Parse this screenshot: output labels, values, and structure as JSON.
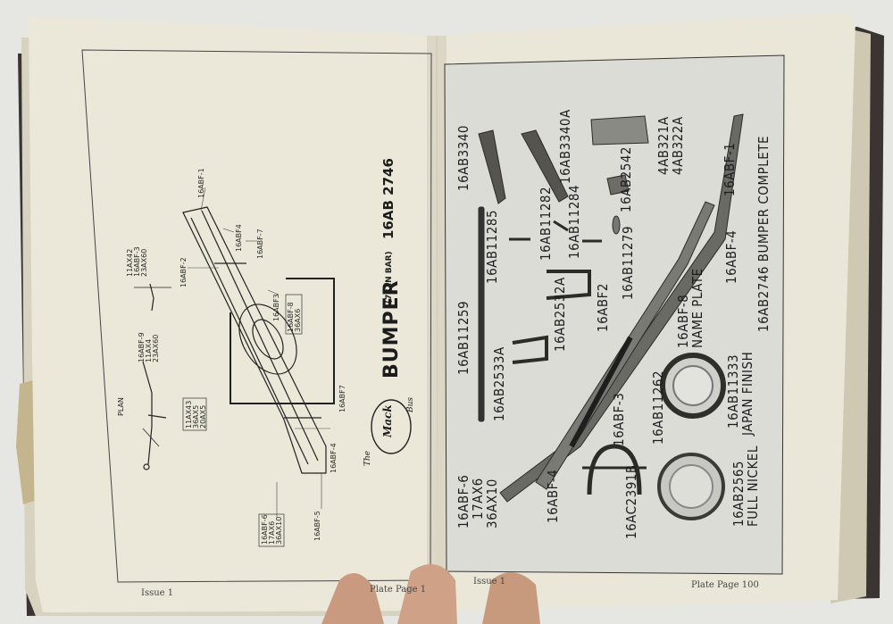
{
  "left_page": {
    "title_word": "BUMPER",
    "title_note": "(78 IN BAR)",
    "title_part": "16AB 2746",
    "logo_text": "Mack",
    "logo_prefix": "The",
    "logo_suffix": "Bus",
    "plan_label": "PLAN",
    "callouts": [
      "16ABF-1",
      "16ABF-2",
      "16ABF4",
      "16ABF-7",
      "16ABF3",
      "16ABF-8",
      "36AX6",
      "16ABF7",
      "16ABF-4",
      "16ABF-5",
      "11AX42",
      "16ABF-3",
      "23AX60",
      "16ABF-9",
      "11AX4",
      "23AX60",
      "11AX43",
      "36AX5",
      "20AX5",
      "16ABF-6",
      "17AX6",
      "36AX10"
    ],
    "footer_left": "Issue 1",
    "footer_right": "Plate Page 1"
  },
  "right_page": {
    "labels": [
      "16AB3340",
      "16AB3340A",
      "4AB321A",
      "4AB322A",
      "16AB11284",
      "16AB2542",
      "16ABF-1",
      "16AB2746 BUMPER COMPLETE",
      "16AB11282",
      "16AB11285",
      "16AB11279",
      "16ABF-4",
      "16AB11259",
      "16ABF2",
      "16AB2532A",
      "16ABF-8",
      "NAME PLATE",
      "16AB11333",
      "JAPAN FINISH",
      "16AB2533A",
      "16ABF-3",
      "16AB11262",
      "16ABF-6",
      "17AX6",
      "36AX10",
      "16ABF-4",
      "16AC2391B",
      "16AB2565",
      "FULL NICKEL"
    ],
    "footer_left": "Issue 1",
    "footer_right": "Plate Page 100"
  },
  "colors": {
    "paper": "#ece8d9",
    "photo_panel": "#dcdcd6",
    "book_cover": "#3a3432",
    "background": "#e6e6e3",
    "hand": "#c99a80"
  }
}
